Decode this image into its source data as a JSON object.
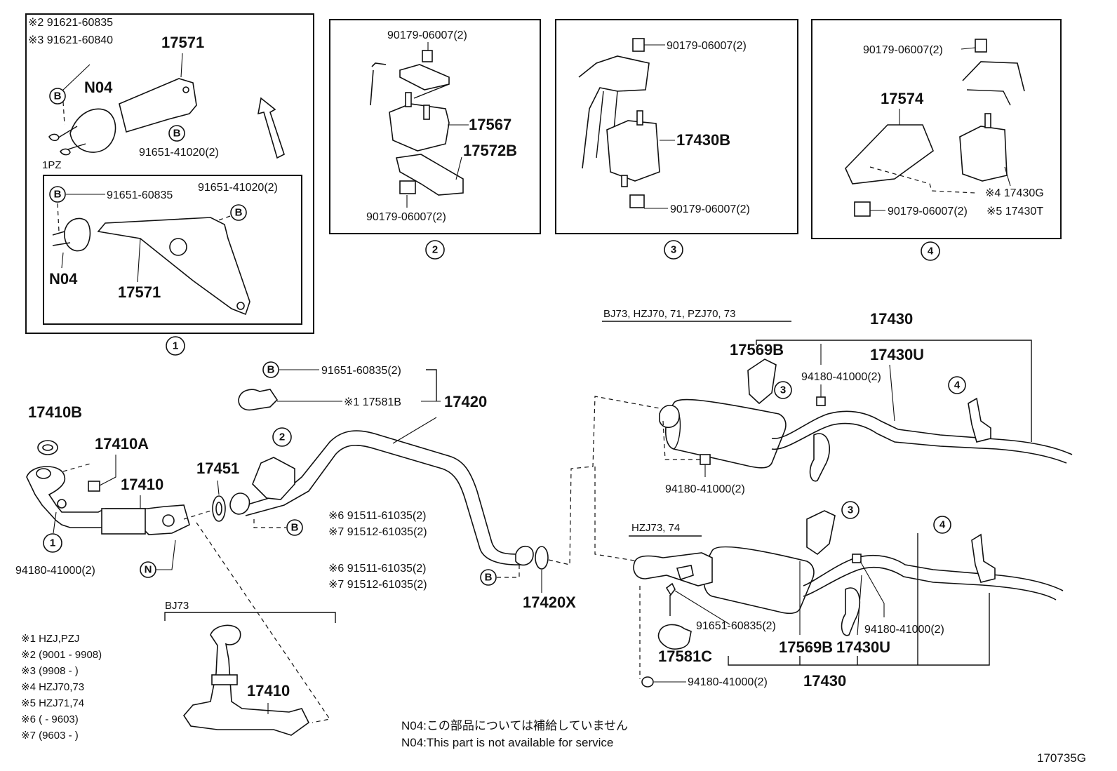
{
  "sheet_code": "170735G",
  "callouts": {
    "c1": "1",
    "c2": "2",
    "c3": "3",
    "c4": "4",
    "B": "B",
    "N": "N"
  },
  "box1": {
    "note2": "※2 91621-60835",
    "note3": "※3 91621-60840",
    "p17571a": "17571",
    "n04a": "N04",
    "b91651a": "91651-41020(2)",
    "sub_label": "1PZ",
    "b91651_60835": "91651-60835",
    "b91651b": "91651-41020(2)",
    "n04b": "N04",
    "p17571b": "17571"
  },
  "box2": {
    "bolt_top": "90179-06007(2)",
    "p17567": "17567",
    "p17572B": "17572B",
    "bolt_bottom": "90179-06007(2)"
  },
  "box3": {
    "bolt_top": "90179-06007(2)",
    "p17430B": "17430B",
    "bolt_bottom": "90179-06007(2)"
  },
  "box4": {
    "bolt_top": "90179-06007(2)",
    "p17574": "17574",
    "p17430G": "※4 17430G",
    "bolt_bottom": "90179-06007(2)",
    "p17430T": "※5 17430T"
  },
  "front": {
    "p17410B": "17410B",
    "p17410A": "17410A",
    "p17410": "17410",
    "p17451": "17451",
    "b94180": "94180-41000(2)",
    "b91651_60835": "91651-60835(2)",
    "p17581B": "※1 17581B",
    "p17420": "17420",
    "b91511a": "※6 91511-61035(2)",
    "b91512a": "※7 91512-61035(2)",
    "b91511b": "※6 91511-61035(2)",
    "b91512b": "※7 91512-61035(2)",
    "p17420X": "17420X",
    "bj73_label": "BJ73",
    "p17410_bj73": "17410"
  },
  "rear_a": {
    "model_label": "BJ73, HZJ70, 71, PZJ70, 73",
    "p17430": "17430",
    "p17569B": "17569B",
    "b94180": "94180-41000(2)",
    "p17430U": "17430U",
    "b94180_lower": "94180-41000(2)"
  },
  "rear_b": {
    "model_label": "HZJ73, 74",
    "b91651": "91651-60835(2)",
    "p17581C": "17581C",
    "p17569B": "17569B",
    "p17430U": "17430U",
    "b94180": "94180-41000(2)",
    "b94180_bottom": "94180-41000(2)",
    "p17430": "17430"
  },
  "legend": [
    "※1 HZJ,PZJ",
    "※2 (9001 - 9908)",
    "※3 (9908 -        )",
    "※4 HZJ70,73",
    "※5 HZJ71,74",
    "※6 (        - 9603)",
    "※7 (9603 -        )"
  ],
  "notes": {
    "jp": "N04:この部品については補給していません",
    "en": "N04:This part is not available for service"
  }
}
